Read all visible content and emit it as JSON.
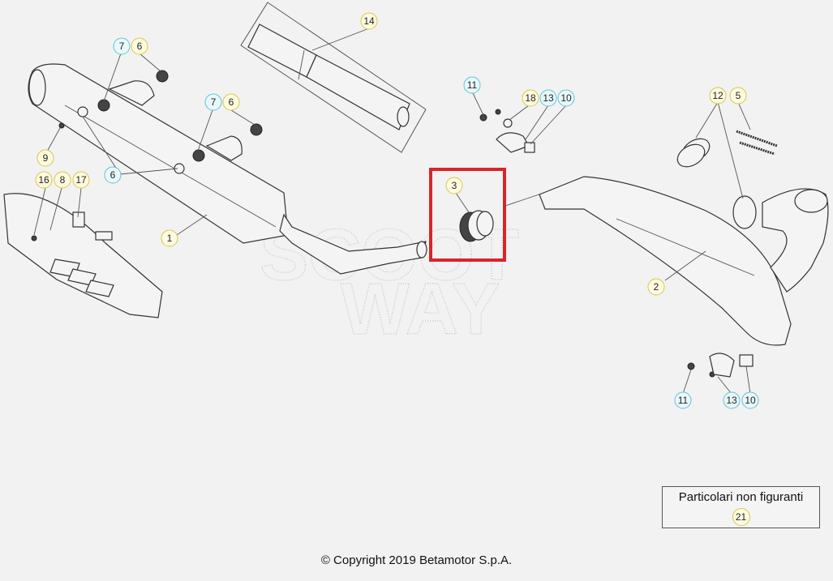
{
  "diagram": {
    "callouts": [
      {
        "label": "1",
        "color": "yellow"
      },
      {
        "label": "2",
        "color": "yellow"
      },
      {
        "label": "3",
        "color": "yellow"
      },
      {
        "label": "5",
        "color": "yellow"
      },
      {
        "label": "6",
        "color": "yellow"
      },
      {
        "label": "6",
        "color": "yellow"
      },
      {
        "label": "6",
        "color": "cyan"
      },
      {
        "label": "7",
        "color": "cyan"
      },
      {
        "label": "7",
        "color": "cyan"
      },
      {
        "label": "8",
        "color": "yellow"
      },
      {
        "label": "9",
        "color": "yellow"
      },
      {
        "label": "10",
        "color": "cyan"
      },
      {
        "label": "10",
        "color": "cyan"
      },
      {
        "label": "11",
        "color": "cyan"
      },
      {
        "label": "11",
        "color": "cyan"
      },
      {
        "label": "12",
        "color": "yellow"
      },
      {
        "label": "13",
        "color": "cyan"
      },
      {
        "label": "13",
        "color": "cyan"
      },
      {
        "label": "14",
        "color": "yellow"
      },
      {
        "label": "16",
        "color": "yellow"
      },
      {
        "label": "17",
        "color": "yellow"
      },
      {
        "label": "18",
        "color": "yellow"
      }
    ],
    "highlight_color": "#d9242b",
    "watermark_line1": "SCOOT",
    "watermark_line2": "WAY"
  },
  "note": {
    "text": "Particolari non figuranti",
    "number": "21"
  },
  "footer": {
    "copyright": "© Copyright 2019 Betamotor S.p.A."
  },
  "colors": {
    "callout_yellow_stroke": "#d7c64a",
    "callout_yellow_fill": "#fffbe0",
    "callout_cyan_stroke": "#5fc3d6",
    "callout_cyan_fill": "#e9f8fb"
  }
}
